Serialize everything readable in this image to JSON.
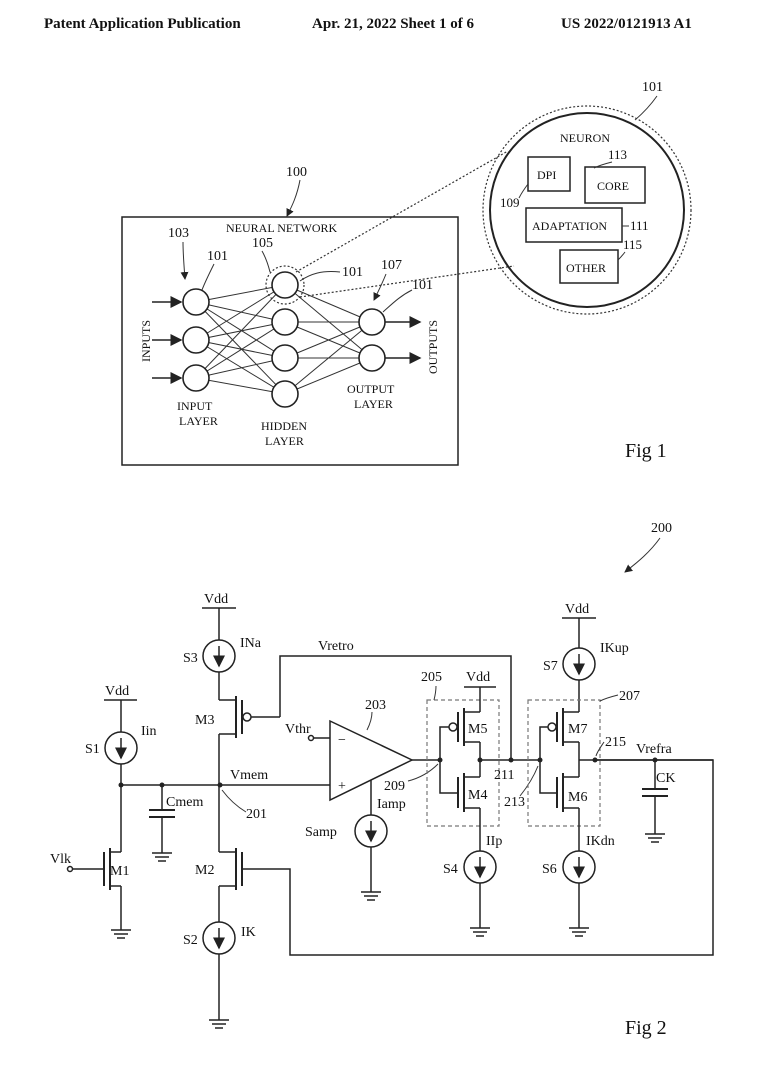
{
  "header": {
    "publication": "Patent Application Publication",
    "date_sheet": "Apr. 21, 2022  Sheet 1 of 6",
    "number": "US 2022/0121913 A1"
  },
  "fig1": {
    "ref_100": "100",
    "ref_101_callout": "101",
    "neural_network_label": "NEURAL NETWORK",
    "ref_103": "103",
    "ref_105": "105",
    "ref_107": "107",
    "ref_101_input": "101",
    "ref_101_hidden": "101",
    "ref_101_output": "101",
    "inputs_label": "INPUTS",
    "outputs_label": "OUTPUTS",
    "input_layer": [
      "INPUT",
      "LAYER"
    ],
    "hidden_layer": [
      "HIDDEN",
      "LAYER"
    ],
    "output_layer": [
      "OUTPUT",
      "LAYER"
    ],
    "neuron_label": "NEURON",
    "dpi": "DPI",
    "core": "CORE",
    "adaptation": "ADAPTATION",
    "other": "OTHER",
    "ref_109": "109",
    "ref_111": "111",
    "ref_113": "113",
    "ref_115": "115",
    "caption": "Fig 1"
  },
  "fig2": {
    "ref_200": "200",
    "vdd_s3": "Vdd",
    "vdd_s1": "Vdd",
    "vdd_m5": "Vdd",
    "vdd_s7": "Vdd",
    "s3": "S3",
    "ina": "INa",
    "vretro": "Vretro",
    "ref_205": "205",
    "ref_203": "203",
    "s7": "S7",
    "ikup": "IKup",
    "ref_207": "207",
    "s1": "S1",
    "iin": "Iin",
    "m3": "M3",
    "vthr": "Vthr",
    "minus": "−",
    "plus": "+",
    "m5": "M5",
    "m7": "M7",
    "ref_215": "215",
    "vrefra": "Vrefra",
    "vmem": "Vmem",
    "ref_209": "209",
    "ref_211": "211",
    "ck": "CK",
    "cmem": "Cmem",
    "iamp": "Iamp",
    "m4": "M4",
    "ref_213": "213",
    "m6": "M6",
    "ref_201": "201",
    "samp": "Samp",
    "s4": "S4",
    "iip": "IIp",
    "s6": "S6",
    "ikdn": "IKdn",
    "vlk": "Vlk",
    "m1": "M1",
    "m2": "M2",
    "s2": "S2",
    "ik": "IK",
    "caption": "Fig 2"
  }
}
